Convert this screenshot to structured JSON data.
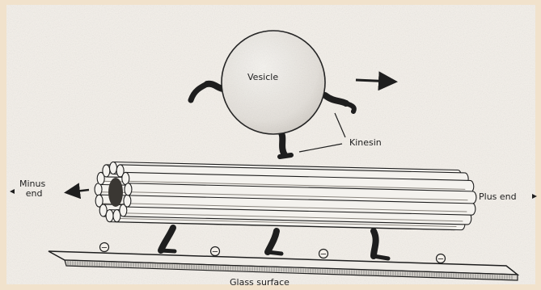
{
  "diagram": {
    "labels": {
      "vesicle": "Vesicle",
      "kinesin": "Kinesin",
      "minus_end": [
        "Minus",
        "end"
      ],
      "plus_end": "Plus end",
      "glass_surface": "Glass surface",
      "charge_symbol": "−"
    },
    "colors": {
      "background": "#f1e2cc",
      "paper_frame": "#f4f0ea",
      "ink": "#1e1e1e",
      "vesicle_fill": "#ece9e4",
      "protofilament_fill": "#f4f2ee"
    }
  }
}
